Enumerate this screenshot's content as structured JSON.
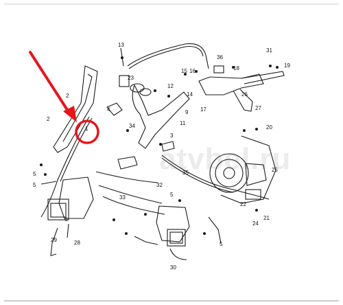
{
  "watermark": "atvbel.ru",
  "accent_color": "#e8141b",
  "callouts": [
    {
      "id": "c1",
      "text": "1"
    },
    {
      "id": "c2a",
      "text": "2"
    },
    {
      "id": "c2b",
      "text": "2"
    },
    {
      "id": "c3",
      "text": "3"
    },
    {
      "id": "c4",
      "text": "4"
    },
    {
      "id": "c5a",
      "text": "5"
    },
    {
      "id": "c5b",
      "text": "5"
    },
    {
      "id": "c5c",
      "text": "5"
    },
    {
      "id": "c5d",
      "text": "5"
    },
    {
      "id": "c6",
      "text": "6"
    },
    {
      "id": "c9",
      "text": "9"
    },
    {
      "id": "c11",
      "text": "11"
    },
    {
      "id": "c12",
      "text": "12"
    },
    {
      "id": "c13",
      "text": "13"
    },
    {
      "id": "c14",
      "text": "14"
    },
    {
      "id": "c15",
      "text": "15"
    },
    {
      "id": "c16",
      "text": "16"
    },
    {
      "id": "c17",
      "text": "17"
    },
    {
      "id": "c18",
      "text": "18"
    },
    {
      "id": "c19",
      "text": "19"
    },
    {
      "id": "c20",
      "text": "20"
    },
    {
      "id": "c21",
      "text": "21"
    },
    {
      "id": "c22",
      "text": "22"
    },
    {
      "id": "c23",
      "text": "23"
    },
    {
      "id": "c24",
      "text": "24"
    },
    {
      "id": "c25",
      "text": "25"
    },
    {
      "id": "c26",
      "text": "26"
    },
    {
      "id": "c27",
      "text": "27"
    },
    {
      "id": "c28",
      "text": "28"
    },
    {
      "id": "c29",
      "text": "29"
    },
    {
      "id": "c30",
      "text": "30"
    },
    {
      "id": "c31",
      "text": "31"
    },
    {
      "id": "c32",
      "text": "32"
    },
    {
      "id": "c33",
      "text": "33"
    },
    {
      "id": "c34",
      "text": "34"
    },
    {
      "id": "c35",
      "text": "35"
    },
    {
      "id": "c36",
      "text": "36"
    }
  ]
}
